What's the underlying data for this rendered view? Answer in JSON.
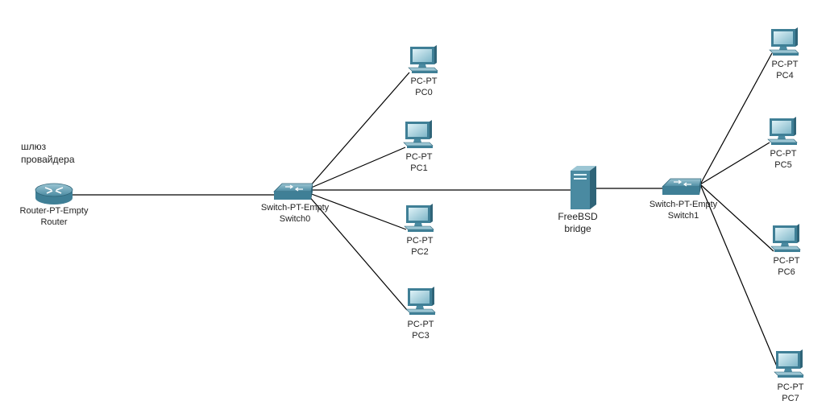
{
  "note": [
    "шлюз",
    "провайдера"
  ],
  "router": {
    "model": "Router-PT-Empty",
    "name": "Router",
    "icon": "router-icon"
  },
  "switch0": {
    "model": "Switch-PT-Empty",
    "name": "Switch0",
    "icon": "switch-icon"
  },
  "switch1": {
    "model": "Switch-PT-Empty",
    "name": "Switch1",
    "icon": "switch-icon"
  },
  "bridge": {
    "model": "FreeBSD",
    "name": "bridge",
    "icon": "server-icon"
  },
  "pcs": [
    {
      "model": "PC-PT",
      "name": "PC0",
      "icon": "pc-icon"
    },
    {
      "model": "PC-PT",
      "name": "PC1",
      "icon": "pc-icon"
    },
    {
      "model": "PC-PT",
      "name": "PC2",
      "icon": "pc-icon"
    },
    {
      "model": "PC-PT",
      "name": "PC3",
      "icon": "pc-icon"
    },
    {
      "model": "PC-PT",
      "name": "PC4",
      "icon": "pc-icon"
    },
    {
      "model": "PC-PT",
      "name": "PC5",
      "icon": "pc-icon"
    },
    {
      "model": "PC-PT",
      "name": "PC6",
      "icon": "pc-icon"
    },
    {
      "model": "PC-PT",
      "name": "PC7",
      "icon": "pc-icon"
    }
  ],
  "colors": {
    "device": "#5b95ab",
    "device_dark": "#2f6478",
    "link": "#000000"
  }
}
